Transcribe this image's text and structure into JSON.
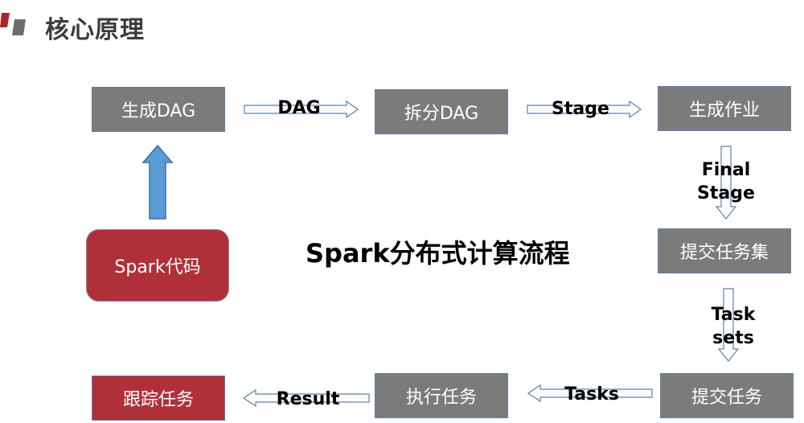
{
  "header": {
    "title": "核心原理"
  },
  "center_title": "Spark分布式计算流程",
  "nodes": {
    "spark_code": "Spark代码",
    "gen_dag": "生成DAG",
    "split_dag": "拆分DAG",
    "gen_job": "生成作业",
    "submit_taskset": "提交任务集",
    "submit_task": "提交任务",
    "exec_task": "执行任务",
    "track_task": "跟踪任务"
  },
  "edges": {
    "dag": "DAG",
    "stage": "Stage",
    "final_stage": "Final\nStage",
    "task_sets": "Task\nsets",
    "tasks": "Tasks",
    "result": "Result"
  },
  "colors": {
    "box_gray": "#7b7b7b",
    "box_red": "#b0303a",
    "arrow_blue": "#5b9bd5"
  }
}
